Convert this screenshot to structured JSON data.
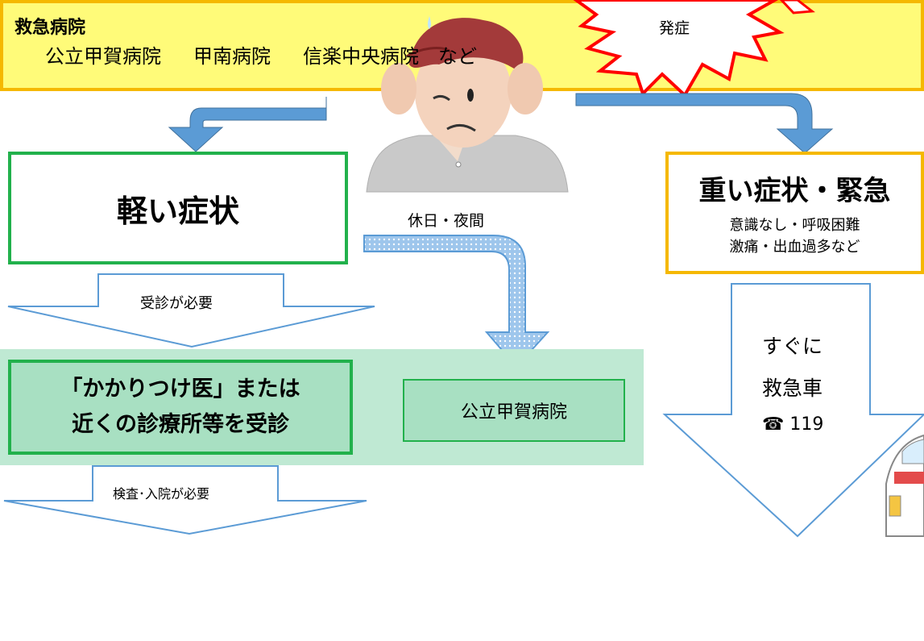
{
  "onset": {
    "label": "発症"
  },
  "time_note": "休日・夜間",
  "mild": {
    "title": "軽い症状"
  },
  "severe": {
    "title": "重い症状・緊急",
    "lines": [
      "意識なし・呼吸困難",
      "激痛・出血過多など"
    ]
  },
  "arrow_visit_label": "受診が必要",
  "doctor": {
    "line1": "「かかりつけ医」または",
    "line2": "近くの診療所等を受診"
  },
  "public_hospital": "公立甲賀病院",
  "arrow_exam_label": "検査･入院が必要",
  "ambulance": {
    "line1": "すぐに",
    "line2": "救急車",
    "phone_icon": "☎",
    "phone": "119"
  },
  "emergency": {
    "heading": "救急病院",
    "hospitals": [
      "公立甲賀病院",
      "甲南病院",
      "信楽中央病院",
      "など"
    ]
  },
  "colors": {
    "green": "#22b14c",
    "yellow_border": "#f5b800",
    "blue_arrow": "#5b9bd5",
    "red": "#ff0000",
    "emergency_bg": "#fffb79"
  }
}
